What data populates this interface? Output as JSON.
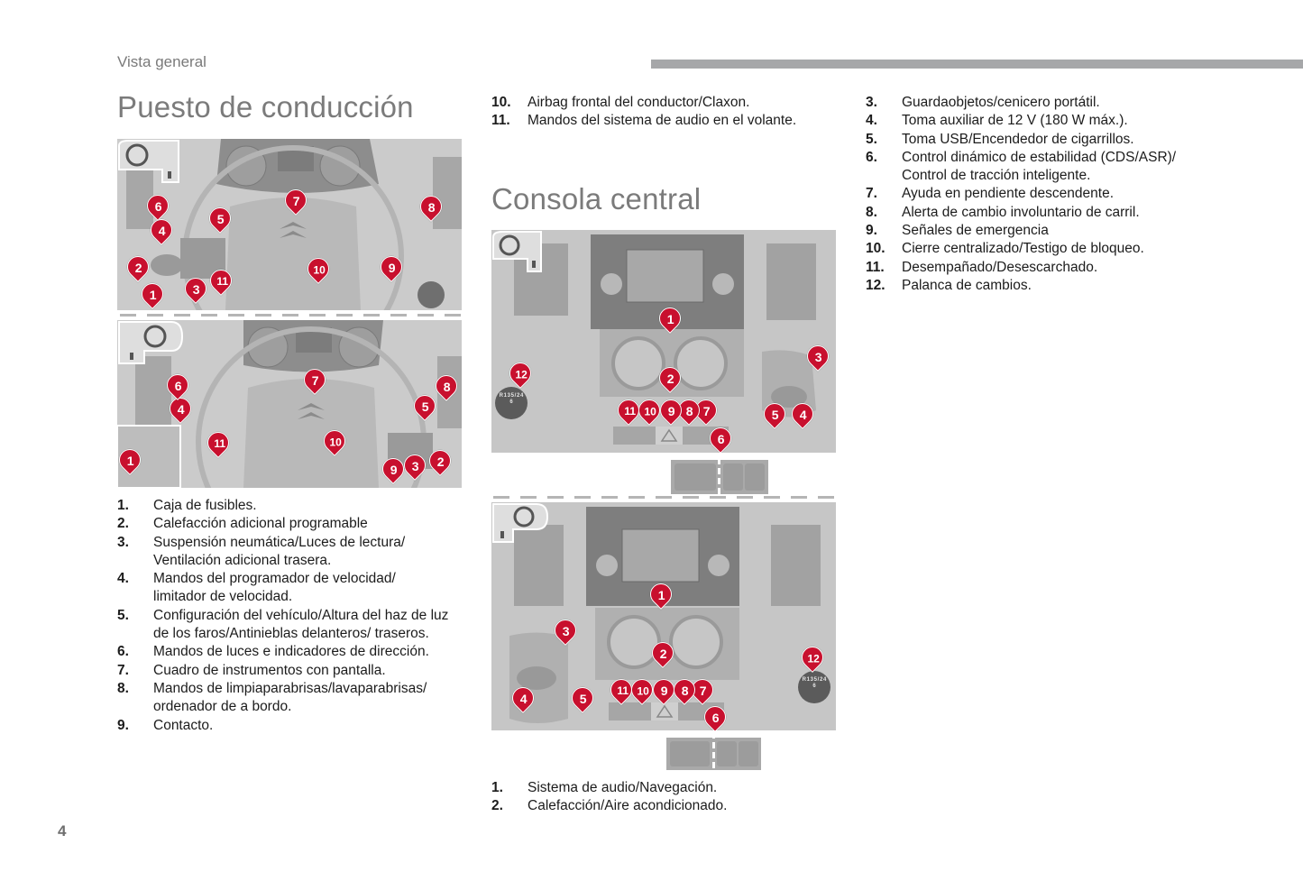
{
  "header": {
    "section": "Vista general",
    "page_number": "4",
    "bar_color": "#a6a7a9"
  },
  "driving_position": {
    "title": "Puesto de conducción",
    "figure_top": {
      "markers": [
        "1",
        "2",
        "3",
        "4",
        "5",
        "6",
        "7",
        "8",
        "9",
        "10",
        "11"
      ],
      "icon": "steering-wheel-lhd-icon"
    },
    "figure_bottom": {
      "markers": [
        "1",
        "2",
        "3",
        "4",
        "5",
        "6",
        "7",
        "8",
        "9",
        "10",
        "11"
      ],
      "icon": "steering-wheel-rhd-icon"
    },
    "items": [
      {
        "num": "1.",
        "text": "Caja de fusibles."
      },
      {
        "num": "2.",
        "text": "Calefacción adicional programable"
      },
      {
        "num": "3.",
        "text": "Suspensión neumática/Luces de lectura/ Ventilación adicional trasera."
      },
      {
        "num": "4.",
        "text": "Mandos del programador de velocidad/ limitador de velocidad."
      },
      {
        "num": "5.",
        "text": "Configuración del vehículo/Altura del haz de luz de los faros/Antinieblas delanteros/ traseros."
      },
      {
        "num": "6.",
        "text": "Mandos de luces e indicadores de dirección."
      },
      {
        "num": "7.",
        "text": "Cuadro de instrumentos con pantalla."
      },
      {
        "num": "8.",
        "text": "Mandos de limpiaparabrisas/lavaparabrisas/ ordenador de a bordo."
      },
      {
        "num": "9.",
        "text": "Contacto."
      },
      {
        "num": "10.",
        "text": "Airbag frontal del conductor/Claxon."
      },
      {
        "num": "11.",
        "text": "Mandos del sistema de audio en el volante."
      }
    ]
  },
  "center_console": {
    "title": "Consola central",
    "figure_top": {
      "markers": [
        "1",
        "2",
        "3",
        "4",
        "5",
        "6",
        "7",
        "8",
        "9",
        "10",
        "11",
        "12"
      ],
      "gear_pattern": "R 1 3 5 / 2 4 6",
      "icon": "steering-wheel-lhd-icon"
    },
    "figure_bottom": {
      "markers": [
        "1",
        "2",
        "3",
        "4",
        "5",
        "6",
        "7",
        "8",
        "9",
        "10",
        "11",
        "12"
      ],
      "gear_pattern": "R 1 3 5 / 2 4 6",
      "icon": "steering-wheel-rhd-icon"
    },
    "items": [
      {
        "num": "1.",
        "text": "Sistema de audio/Navegación."
      },
      {
        "num": "2.",
        "text": "Calefacción/Aire acondicionado."
      },
      {
        "num": "3.",
        "text": "Guardaobjetos/cenicero portátil."
      },
      {
        "num": "4.",
        "text": "Toma auxiliar de 12 V (180 W máx.)."
      },
      {
        "num": "5.",
        "text": "Toma USB/Encendedor de cigarrillos."
      },
      {
        "num": "6.",
        "text": "Control dinámico de estabilidad (CDS/ASR)/ Control de tracción inteligente."
      },
      {
        "num": "7.",
        "text": "Ayuda en pendiente descendente."
      },
      {
        "num": "8.",
        "text": "Alerta de cambio involuntario de carril."
      },
      {
        "num": "9.",
        "text": "Señales de emergencia"
      },
      {
        "num": "10.",
        "text": "Cierre centralizado/Testigo de bloqueo."
      },
      {
        "num": "11.",
        "text": "Desempañado/Desescarchado."
      },
      {
        "num": "12.",
        "text": "Palanca de cambios."
      }
    ]
  },
  "colors": {
    "marker_red": "#c8102e",
    "marker_outline": "#ffffff",
    "photo_gray": "#c9c9c9",
    "title_gray": "#7b7b7b"
  }
}
